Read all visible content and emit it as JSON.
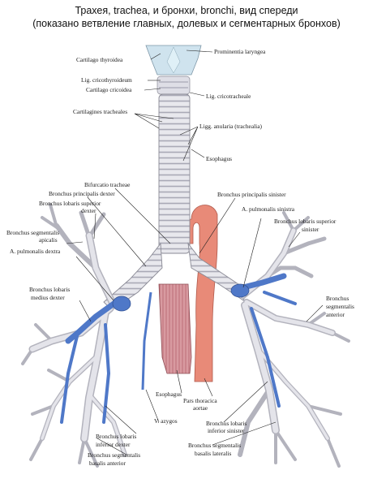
{
  "header": {
    "title_line1": "Трахея, trachea, и бронхи, bronchi, вид спереди",
    "title_line2": "(показано ветвление главных, долевых и сегментарных бронхов)"
  },
  "labels": {
    "cartilago_thyroidea": "Cartilago thyroidea",
    "prominentia_laryngea": "Prominentia laryngea",
    "lig_cricothyroideum": "Lig. cricothyroideum",
    "cartilago_cricoidea": "Cartilago cricoidea",
    "lig_cricotracheale": "Lig. cricotracheale",
    "cartilagines_tracheales": "Cartilagines tracheales",
    "ligg_anularia": "Ligg. anularia (trachealia)",
    "esophagus_top": "Esophagus",
    "bifurcatio_tracheae": "Bifurcatio tracheae",
    "bronchus_principalis_dexter": "Bronchus principalis dexter",
    "bronchus_principalis_sinister": "Bronchus principalis sinister",
    "bronchus_lobaris_superior_dexter_1": "Bronchus lobaris superior",
    "bronchus_lobaris_superior_dexter_2": "dexter",
    "a_pulmonalis_sinistra": "A. pulmonalis sinistra",
    "bronchus_lobaris_superior_sinister_1": "Bronchus lobaris superior",
    "bronchus_lobaris_superior_sinister_2": "sinister",
    "bronchus_segmentalis_apicalis_1": "Bronchus segmentalis",
    "bronchus_segmentalis_apicalis_2": "apicalis",
    "a_pulmonalis_dextra": "A. pulmonalis dextra",
    "bronchus_lobaris_medius_dexter_1": "Bronchus lobaris",
    "bronchus_lobaris_medius_dexter_2": "medius dexter",
    "bronchus_segmentalis_anterior_1": "Bronchus",
    "bronchus_segmentalis_anterior_2": "segmentalis",
    "bronchus_segmentalis_anterior_3": "anterior",
    "esophagus_bottom": "Esophagus",
    "pars_thoracica_aortae_1": "Pars thoracica",
    "pars_thoracica_aortae_2": "aortae",
    "v_azygos": "V. azygos",
    "bronchus_lobaris_inferior_dexter_1": "Bronchus lobaris",
    "bronchus_lobaris_inferior_dexter_2": "inferior dexter",
    "bronchus_lobaris_inferior_sinister_1": "Bronchus lobaris",
    "bronchus_lobaris_inferior_sinister_2": "inferior sinister",
    "bronchus_segmentalis_basalis_anterior_1": "Bronchus segmentalis",
    "bronchus_segmentalis_basalis_anterior_2": "basalis anterior",
    "bronchus_segmentalis_basalis_lateralis_1": "Bronchus segmentalis",
    "bronchus_segmentalis_basalis_lateralis_2": "basalis lateralis"
  },
  "colors": {
    "bronchus": "#e6e6ea",
    "bronchus_stroke": "#8a8a95",
    "ring": "#b9b9c4",
    "vein": "#4f78c8",
    "aorta": "#e88a78",
    "esophagus": "#c9868c",
    "thyroid": "#cfe3ee"
  }
}
